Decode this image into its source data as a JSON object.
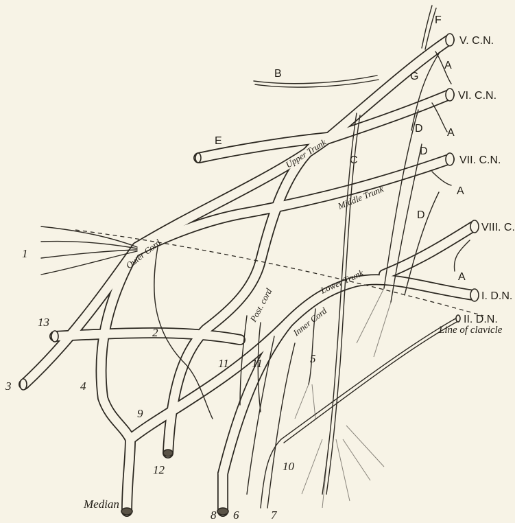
{
  "roots": {
    "c5": "V. C.N.",
    "c6": "VI. C.N.",
    "c7": "VII. C.N.",
    "c8": "VIII. C.N.",
    "d1": "I. D.N.",
    "d2": "II. D.N."
  },
  "trunks": {
    "upper": "Upper Trunk",
    "middle": "Middle Trunk",
    "lower": "Lower Trunk"
  },
  "cords": {
    "outer": "Outer Cord",
    "posterior": "Post. cord",
    "inner": "Inner Cord"
  },
  "letters": [
    "A",
    "A",
    "A",
    "A",
    "B",
    "C",
    "D",
    "D",
    "D",
    "E",
    "F",
    "G"
  ],
  "numbers": [
    "1",
    "2",
    "3",
    "4",
    "5",
    "6",
    "7",
    "8",
    "9",
    "10",
    "11",
    "11",
    "12",
    "13"
  ],
  "median": "Median",
  "clavicle_line": "Line of clavicle"
}
